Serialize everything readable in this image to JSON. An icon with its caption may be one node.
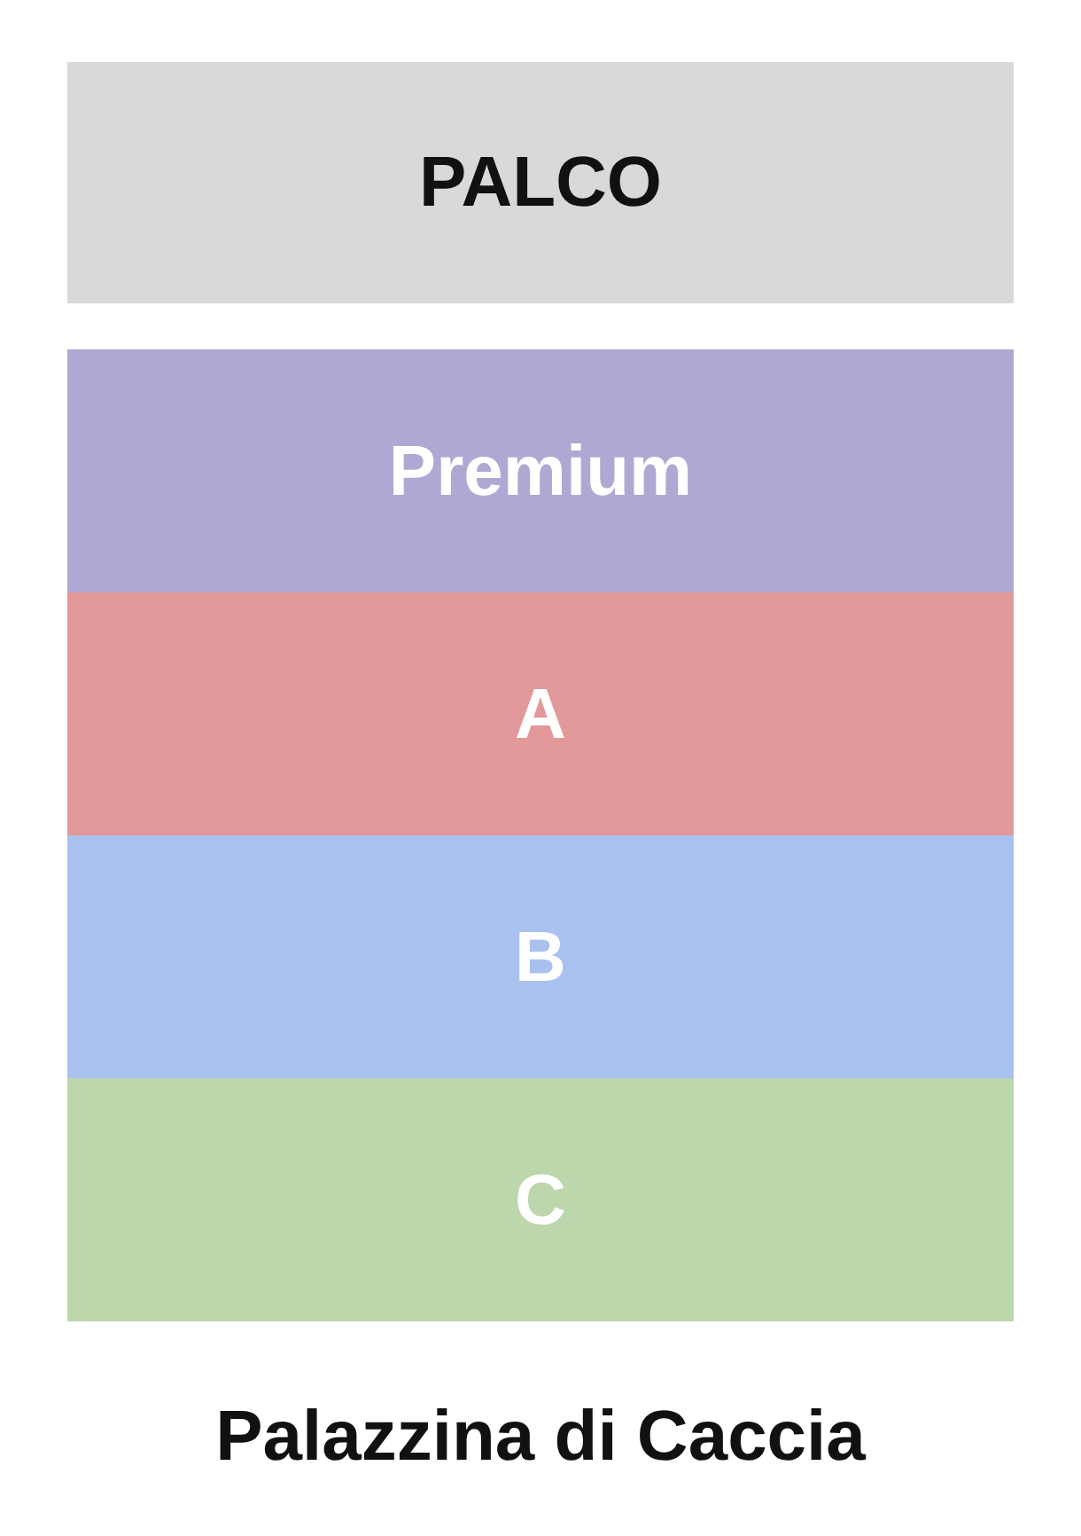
{
  "diagram": {
    "caption": "Palazzina di Caccia",
    "nodes": [
      {
        "text": [
          "PALCO"
        ]
      },
      {
        "text": [
          "Premium"
        ]
      },
      {
        "text": [
          "A"
        ]
      },
      {
        "text": [
          "B"
        ]
      },
      {
        "text": [
          "C"
        ]
      }
    ]
  }
}
